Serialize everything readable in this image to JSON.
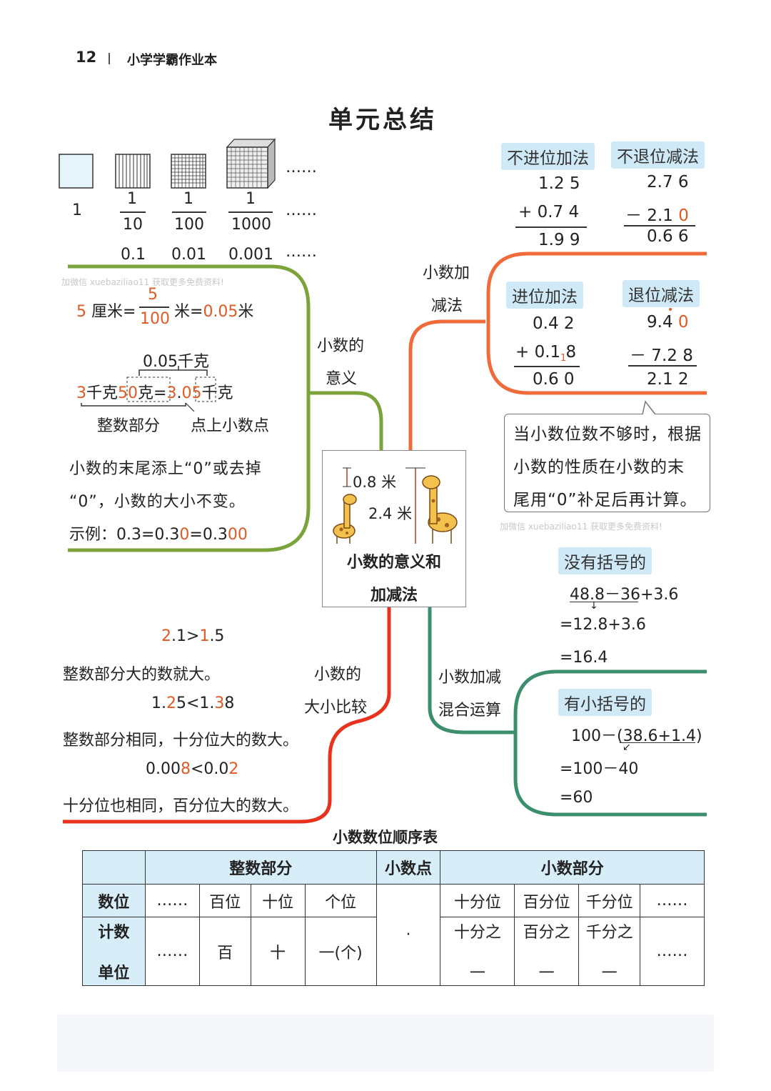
{
  "header": {
    "page_number": "12",
    "book_title": "小学学霸作业本"
  },
  "title": "单元总结",
  "place_values": {
    "labels": [
      "1",
      "1",
      "1",
      "1"
    ],
    "denominators": [
      "10",
      "100",
      "1000"
    ],
    "decimals": [
      "0.1",
      "0.01",
      "0.001"
    ],
    "ellipsis": "……"
  },
  "meaning": {
    "branch_label_1": "小数的",
    "branch_label_2": "意义",
    "eq_left_num": "5",
    "eq_left_unit": "厘米=",
    "frac_num": "5",
    "frac_den": "100",
    "eq_mid": "米=",
    "eq_result": "0.05",
    "eq_unit": "米",
    "kg_top": "0.05千克",
    "kg_parts": [
      "3",
      "千克",
      "50",
      "克=",
      "3",
      ".",
      "05",
      "千克"
    ],
    "int_part_label": "整数部分",
    "point_label": "点上小数点",
    "property_line1": "小数的末尾添上“0”或去掉",
    "property_line2": "“0”，小数的大小不变。",
    "example_prefix": "示例：0.3=0.3",
    "example_red1": "0",
    "example_mid": "=0.3",
    "example_red2": "00"
  },
  "add_sub": {
    "branch_label_1": "小数加",
    "branch_label_2": "减法",
    "tags": [
      "不进位加法",
      "不退位减法",
      "进位加法",
      "退位减法"
    ],
    "calc1": [
      "1.2 5",
      "+ 0.7 4",
      "1.9 9"
    ],
    "calc2": [
      "2.7 6",
      "－ 2.1 ",
      "0",
      "0.6 6"
    ],
    "calc3": [
      "0.4 2",
      "+ 0.1 8",
      "1",
      "0.6 0"
    ],
    "calc4": [
      "9.4 ",
      "0",
      "－ 7.2 8",
      "2.1 2"
    ],
    "note": [
      "当小数位数不够时，根据",
      "小数的性质在小数的末",
      "尾用“0”补足后再计算。"
    ]
  },
  "center": {
    "height1": "0.8 米",
    "height2": "2.4 米",
    "title1": "小数的意义和",
    "title2": "加减法"
  },
  "compare": {
    "branch_label_1": "小数的",
    "branch_label_2": "大小比较",
    "ex1": [
      "2",
      ".1>",
      "1",
      ".5"
    ],
    "rule1": "整数部分大的数就大。",
    "ex2": [
      "1.",
      "2",
      "5<1.",
      "3",
      "8"
    ],
    "rule2": "整数部分相同，十分位大的数大。",
    "ex3": [
      "0.00",
      "8",
      "<0.0",
      "2"
    ],
    "rule3": "十分位也相同，百分位大的数大。"
  },
  "mixed": {
    "branch_label_1": "小数加减",
    "branch_label_2": "混合运算",
    "tag1": "没有括号的",
    "calc1": [
      "48.8－36+3.6",
      "=12.8+3.6",
      "=16.4"
    ],
    "tag2": "有小括号的",
    "calc2": [
      "100－(38.6+1.4)",
      "=100－40",
      "=60"
    ]
  },
  "watermark": "加微信 xuebaziliao11 获取更多免费资料!",
  "table": {
    "title": "小数数位顺序表",
    "groups": [
      "整数部分",
      "小数点",
      "小数部分"
    ],
    "row1_head": "数位",
    "row1": [
      "……",
      "百位",
      "十位",
      "个位",
      "十分位",
      "百分位",
      "千分位",
      "……"
    ],
    "row2_head1": "计数",
    "row2_head2": "单位",
    "row2": [
      "……",
      "百",
      "十",
      "一(个)",
      "·",
      "十分之",
      "一",
      "百分之",
      "一",
      "千分之",
      "一",
      "……"
    ]
  },
  "colors": {
    "green": "#7aa33a",
    "red": "#e8321e",
    "orange": "#f06a3a",
    "teal": "#3c8f6c",
    "accent": "#e05a24",
    "tag_bg": "#cfe9f7"
  }
}
